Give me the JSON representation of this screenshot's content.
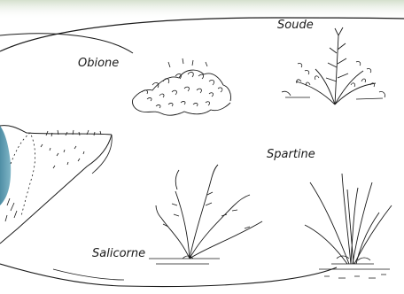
{
  "colors": {
    "ink": "#1a1a1a",
    "water": "#5a9ab0",
    "water_light": "#8ec0cf",
    "paper": "#ffffff",
    "top_haze": "#dfe8d8"
  },
  "labels": {
    "obione": "Obione",
    "soude": "Soude",
    "spartine": "Spartine",
    "salicorne": "Salicorne"
  }
}
